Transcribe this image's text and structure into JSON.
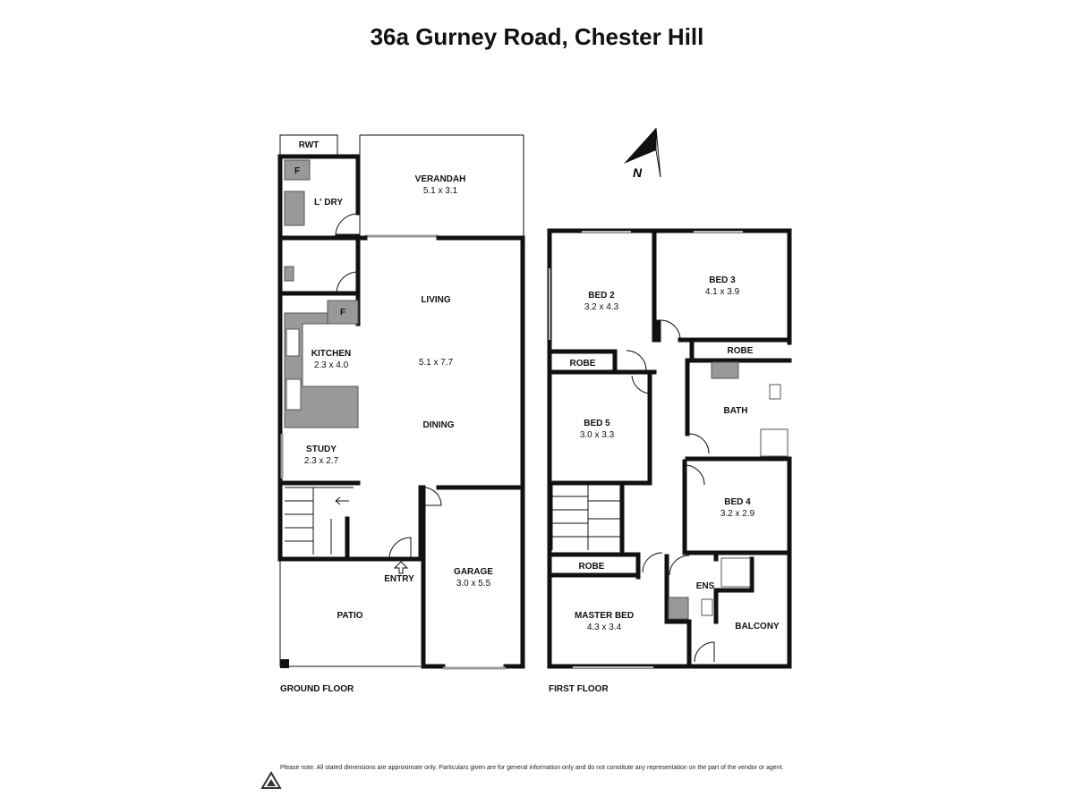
{
  "title": "36a Gurney Road, Chester Hill",
  "floors": {
    "ground": "GROUND FLOOR",
    "first": "FIRST FLOOR"
  },
  "compass": {
    "north_label": "N"
  },
  "rooms": {
    "rwt": {
      "name": "RWT"
    },
    "laundry": {
      "name": "L' DRY"
    },
    "laundry_fridge": {
      "name": "F"
    },
    "verandah": {
      "name": "VERANDAH",
      "dims": "5.1 x 3.1"
    },
    "living": {
      "name": "LIVING"
    },
    "living_dims": {
      "dims": "5.1 x 7.7"
    },
    "dining": {
      "name": "DINING"
    },
    "kitchen": {
      "name": "KITCHEN",
      "dims": "2.3 x 4.0"
    },
    "kitchen_fridge": {
      "name": "F"
    },
    "study": {
      "name": "STUDY",
      "dims": "2.3 x 2.7"
    },
    "entry": {
      "name": "ENTRY"
    },
    "patio": {
      "name": "PATIO"
    },
    "garage": {
      "name": "GARAGE",
      "dims": "3.0 x 5.5"
    },
    "bed2": {
      "name": "BED 2",
      "dims": "3.2 x 4.3"
    },
    "bed2_robe": {
      "name": "ROBE"
    },
    "bed3": {
      "name": "BED 3",
      "dims": "4.1 x 3.9"
    },
    "bed3_robe": {
      "name": "ROBE"
    },
    "bath": {
      "name": "BATH"
    },
    "bed5": {
      "name": "BED 5",
      "dims": "3.0 x 3.3"
    },
    "bed4": {
      "name": "BED 4",
      "dims": "3.2 x 2.9"
    },
    "master_robe": {
      "name": "ROBE"
    },
    "ens": {
      "name": "ENS"
    },
    "master": {
      "name": "MASTER BED",
      "dims": "4.3 x 3.4"
    },
    "balcony": {
      "name": "BALCONY"
    }
  },
  "disclaimer": "Please note: All stated dimensions are approximate only. Particulars given are for general information only and do not constitute any representation on the part of the vendor or agent."
}
